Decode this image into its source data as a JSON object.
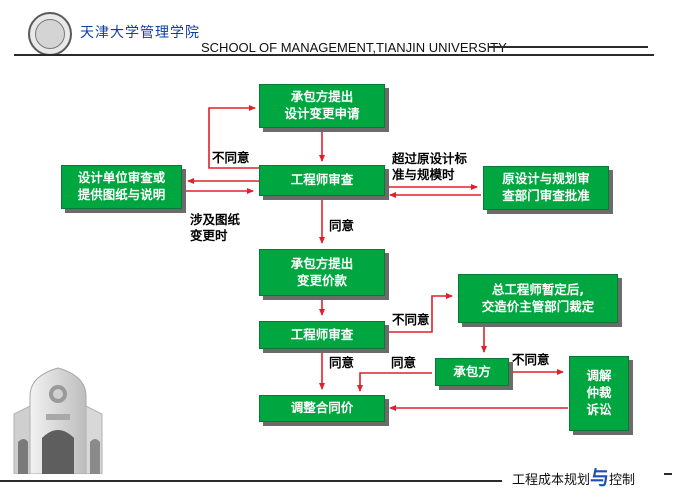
{
  "header": {
    "university_cn": "天津大学管理学院",
    "school_en": "SCHOOL OF MANAGEMENT,TIANJIN UNIVERSITY"
  },
  "footer": {
    "course_title_a": "工程成本规划",
    "course_title_b": "与",
    "course_title_c": "控制"
  },
  "colors": {
    "node_fill": "#00a63f",
    "arrow": "#e0202a",
    "header_text": "#0d3f9c"
  },
  "nodes": {
    "contractor_request": "承包方提出\n设计变更申请",
    "engineer_review_1": "工程师审查",
    "design_unit": "设计单位审查或\n提供图纸与说明",
    "original_design": "原设计与规划审\n查部门审查批准",
    "contractor_price": "承包方提出\n变更价款",
    "engineer_review_2": "工程师审查",
    "chief_engineer": "总工程师暂定后,\n交造价主管部门裁定",
    "contractor": "承包方",
    "mediation": "调解\n仲裁\n诉讼",
    "adjust_price": "调整合同价"
  },
  "edge_labels": {
    "disagree_1": "不同意",
    "exceed_standard": "超过原设计标\n准与规模时",
    "involves_drawings": "涉及图纸\n变更时",
    "agree_1": "同意",
    "disagree_2": "不同意",
    "agree_2": "同意",
    "agree_3": "同意",
    "disagree_3": "不同意"
  }
}
